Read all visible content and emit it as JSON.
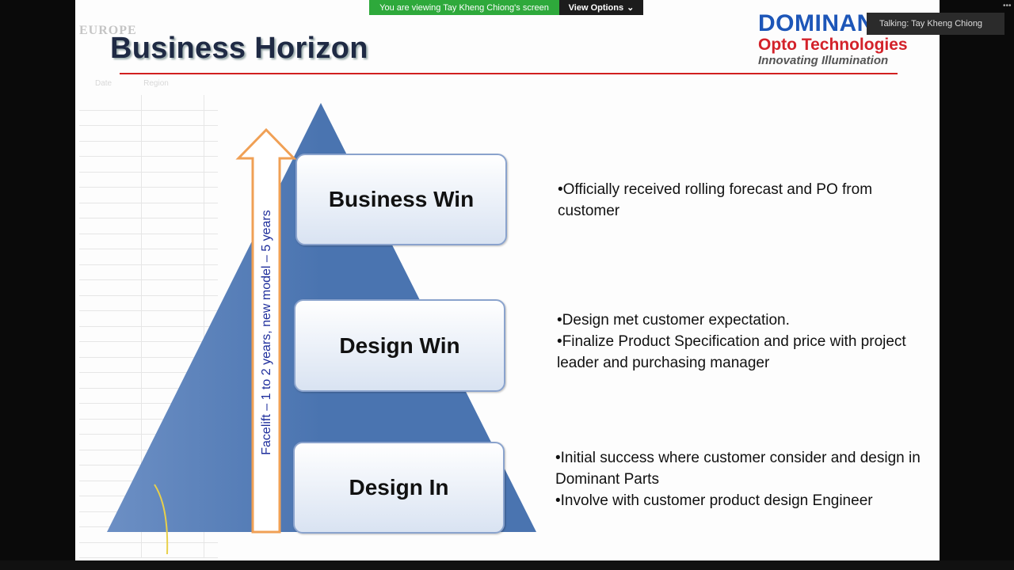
{
  "share_banner": {
    "viewing_text": "You are viewing Tay Kheng Chiong's screen",
    "view_options_label": "View Options"
  },
  "talking": {
    "label": "Talking: Tay Kheng Chiong"
  },
  "slide": {
    "title": "Business Horizon",
    "background_region": "EUROPE",
    "background_table_headers": [
      "Date",
      "Region"
    ],
    "logo": {
      "line1": "DOMINANT",
      "line2": "Opto Technologies",
      "line3": "Innovating Illumination"
    },
    "arrow_label": "Facelift – 1 to 2 years, new model – 5 years",
    "stages": [
      {
        "label": "Business Win",
        "description": [
          "•Officially received rolling forecast and PO from customer"
        ]
      },
      {
        "label": "Design Win",
        "description": [
          "•Design met customer expectation.",
          "•Finalize Product Specification and price with project leader and purchasing manager"
        ]
      },
      {
        "label": "Design In",
        "description": [
          "•Initial success where customer consider  and design in Dominant Parts",
          "•Involve with  customer product design Engineer"
        ]
      }
    ]
  },
  "colors": {
    "title": "#1f2a44",
    "rule": "#d21f1f",
    "pyramid": "#4a74b0",
    "arrow": "#f0a055",
    "logo_blue": "#1d56b8",
    "logo_red": "#d3222a",
    "banner_green": "#2ea93b"
  }
}
